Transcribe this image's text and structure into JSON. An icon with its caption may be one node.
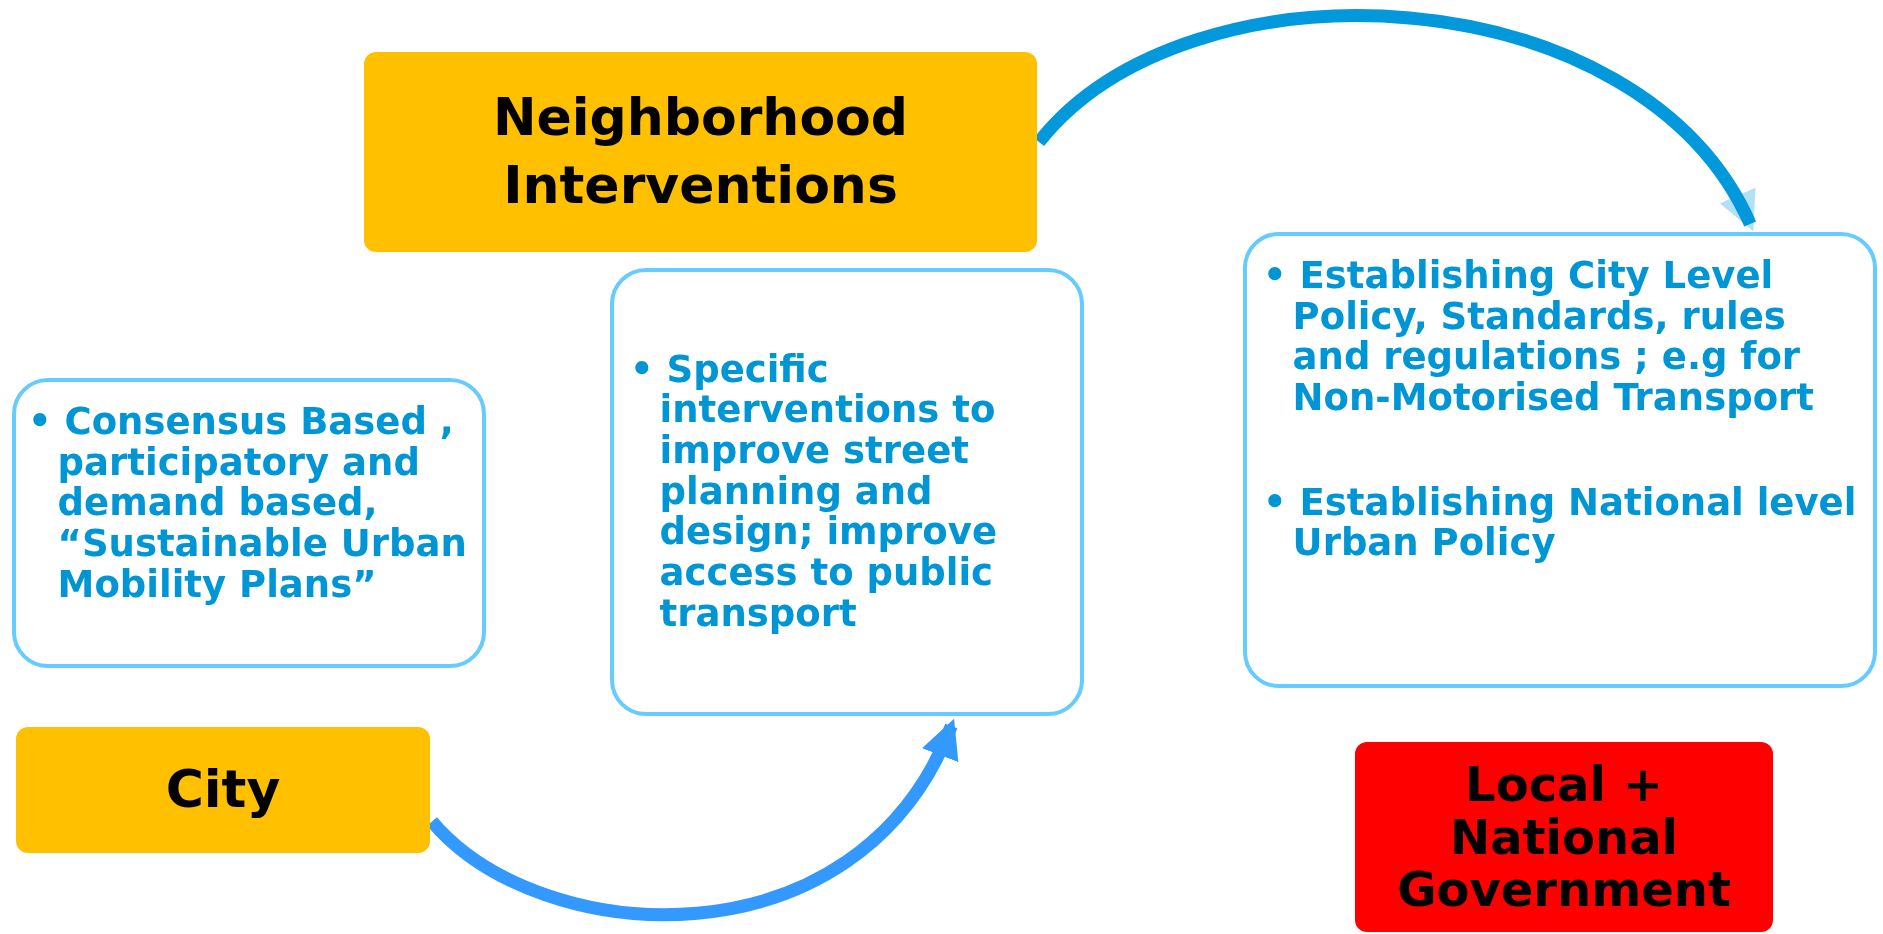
{
  "diagram": {
    "nodes": [
      {
        "text": [
          "Neighborhood Interventions"
        ]
      },
      {
        "text": [
          "• Consensus Based , participatory and demand based, “Sustainable Urban Mobility Plans”"
        ]
      },
      {
        "text": [
          "• Specific interventions to improve street planning and design; improve access to public transport"
        ]
      },
      {
        "text": [
          "• Establishing City Level Policy, Standards, rules and regulations  ; e.g for Non-Motorised Transport",
          "• Establishing National level Urban Policy"
        ]
      },
      {
        "text": [
          "City"
        ]
      },
      {
        "text": [
          "Local + National Government"
        ]
      }
    ],
    "edges": [
      {
        "from": 4,
        "to": 2,
        "arrow": "to",
        "color": "#3399ff"
      },
      {
        "from": 0,
        "to": 3,
        "arrow": "to",
        "color": "#0299dc"
      }
    ]
  }
}
